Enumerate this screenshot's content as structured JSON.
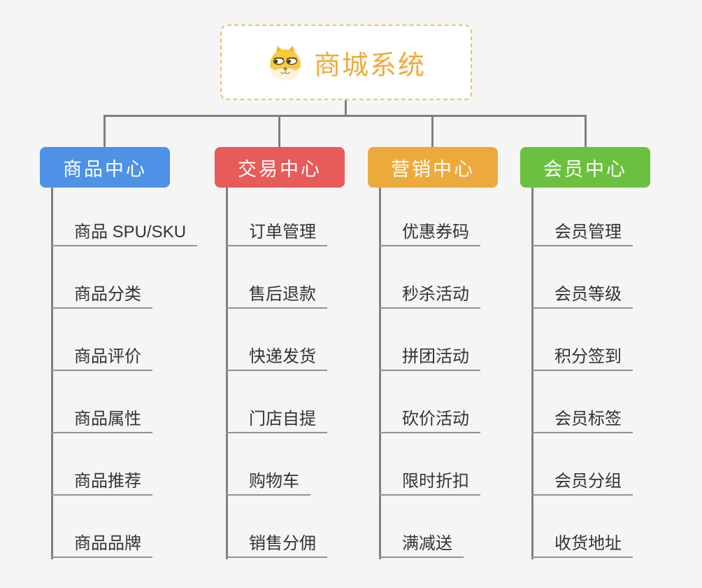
{
  "root": {
    "title": "商城系统",
    "icon": "dog-face-icon"
  },
  "branches": [
    {
      "label": "商品中心",
      "color": "#4d92e6",
      "items": [
        "商品 SPU/SKU",
        "商品分类",
        "商品评价",
        "商品属性",
        "商品推荐",
        "商品品牌"
      ]
    },
    {
      "label": "交易中心",
      "color": "#e85b5b",
      "items": [
        "订单管理",
        "售后退款",
        "快递发货",
        "门店自提",
        "购物车",
        "销售分佣"
      ]
    },
    {
      "label": "营销中心",
      "color": "#edaa3c",
      "items": [
        "优惠券码",
        "秒杀活动",
        "拼团活动",
        "砍价活动",
        "限时折扣",
        "满减送"
      ]
    },
    {
      "label": "会员中心",
      "color": "#6bc13f",
      "items": [
        "会员管理",
        "会员等级",
        "积分签到",
        "会员标签",
        "会员分组",
        "收货地址"
      ]
    }
  ],
  "colors": {
    "background": "#f5f5f6",
    "connector": "#808080",
    "leaf_underline": "#929292",
    "leaf_text": "#333333",
    "root_text": "#f0aa3c",
    "root_border": "#f0c068"
  }
}
